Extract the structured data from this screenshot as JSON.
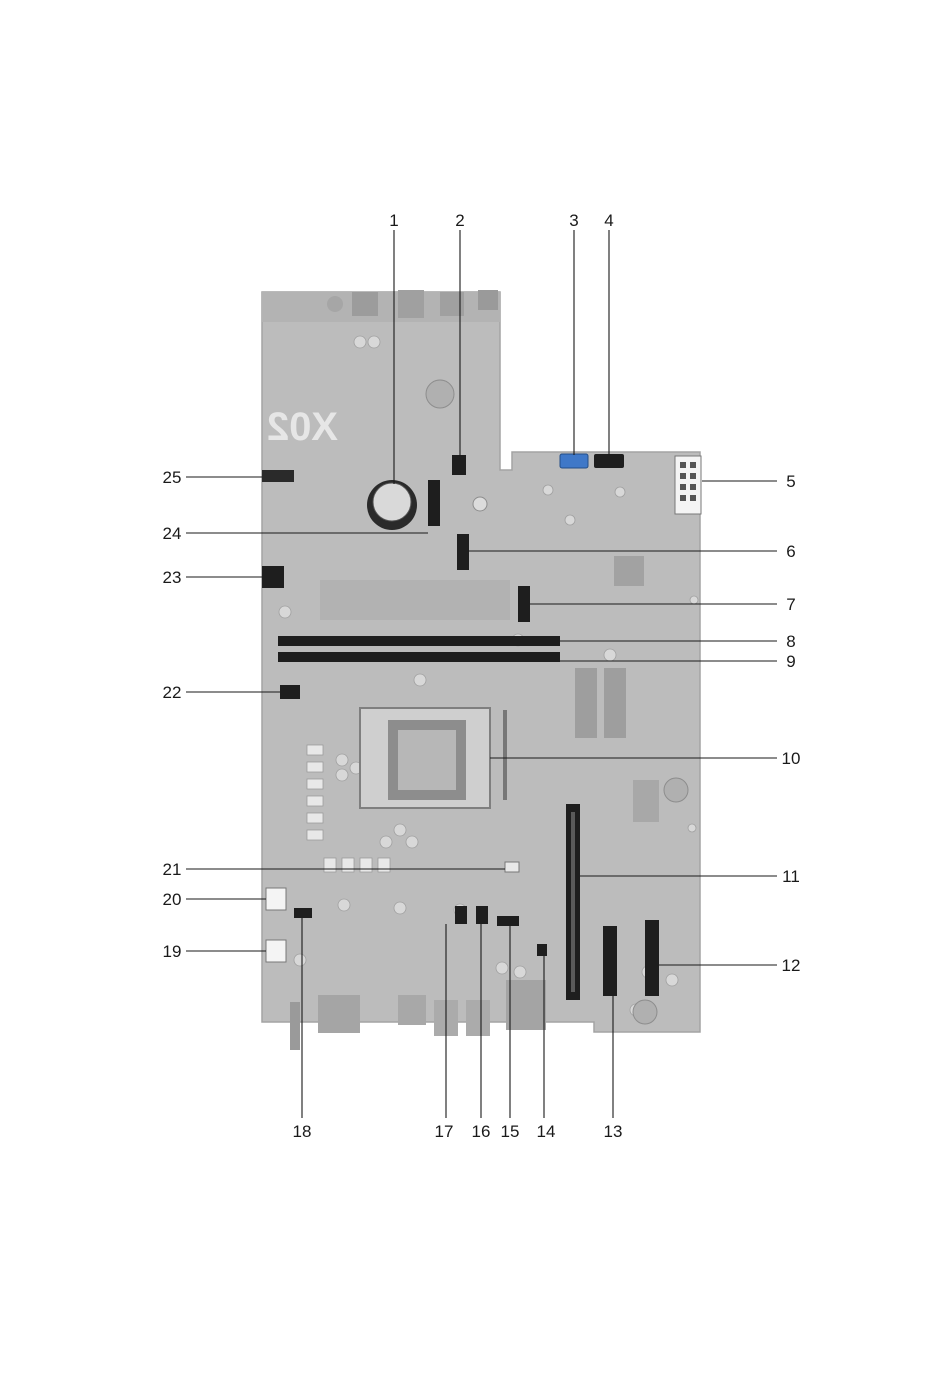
{
  "board": {
    "silkscreen_model": "X02",
    "colors": {
      "pcb": "#bcbcbc",
      "pcb_dark": "#a9a9a9",
      "connector_black": "#1e1e1e",
      "sata_blue": "#3f78c8",
      "power_white": "#f4f4f4",
      "cpu_socket": "#cfcfcf",
      "leader_line": "#1a1a1a"
    }
  },
  "callouts": [
    {
      "label": "1"
    },
    {
      "label": "2"
    },
    {
      "label": "3"
    },
    {
      "label": "4"
    },
    {
      "label": "5"
    },
    {
      "label": "6"
    },
    {
      "label": "7"
    },
    {
      "label": "8"
    },
    {
      "label": "9"
    },
    {
      "label": "10"
    },
    {
      "label": "11"
    },
    {
      "label": "12"
    },
    {
      "label": "13"
    },
    {
      "label": "14"
    },
    {
      "label": "15"
    },
    {
      "label": "16"
    },
    {
      "label": "17"
    },
    {
      "label": "18"
    },
    {
      "label": "19"
    },
    {
      "label": "20"
    },
    {
      "label": "21"
    },
    {
      "label": "22"
    },
    {
      "label": "23"
    },
    {
      "label": "24"
    },
    {
      "label": "25"
    }
  ]
}
